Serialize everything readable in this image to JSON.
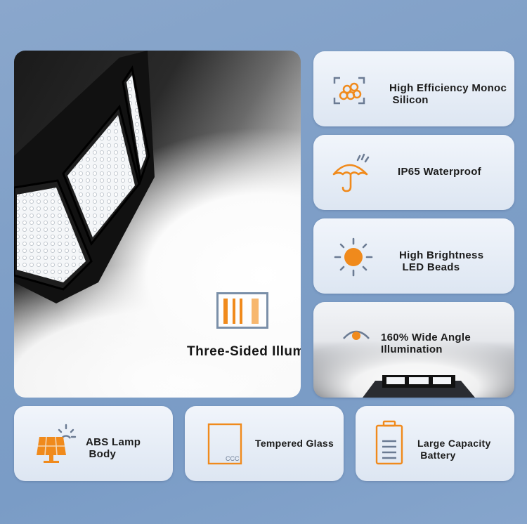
{
  "features": {
    "high_efficiency": "High Efficiency Monoc\n Silicon",
    "waterproof": "IP65 Waterproof",
    "brightness": "High Brightness\n LED Beads",
    "wide_angle": "160% Wide Angle\nIllumination",
    "three_sided": "Three-Sided Illumination",
    "abs_body": "ABS Lamp\n Body",
    "tempered_glass": "Tempered Glass",
    "battery": "Large Capacity\n Battery",
    "glass_mark": "CCC"
  },
  "colors": {
    "accent": "#f08a1c",
    "background": "#7f9fc7",
    "card": "#e8eef7",
    "text": "#1c1c1c"
  },
  "icons": [
    "silicon-cells-icon",
    "umbrella-icon",
    "sun-icon",
    "eye-icon",
    "panels-icon",
    "solar-panel-icon",
    "glass-icon",
    "battery-icon"
  ]
}
